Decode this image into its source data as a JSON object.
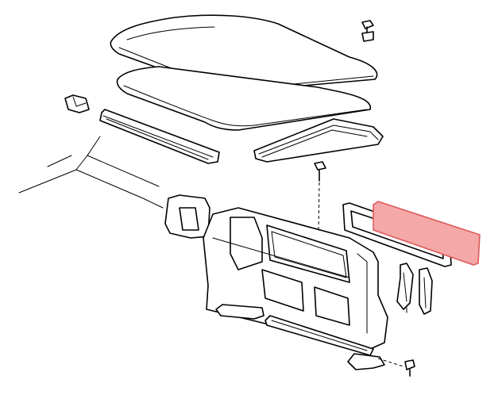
{
  "colors": {
    "line": "#000000",
    "background": "#ffffff",
    "highlight_fill": "#f4a8a8",
    "highlight_stroke": "#e05a5a"
  },
  "parts": [
    {
      "id": "roof-cap-outer",
      "icon": "roof-cap-icon"
    },
    {
      "id": "roof-cap-inner",
      "icon": "roof-cap-icon"
    },
    {
      "id": "roof-bolt",
      "icon": "bolt-icon"
    },
    {
      "id": "hinge-clip",
      "icon": "clip-icon"
    },
    {
      "id": "front-seal-strip",
      "icon": "seal-strip-icon"
    },
    {
      "id": "rear-seal-strip",
      "icon": "seal-strip-icon"
    },
    {
      "id": "center-bolt",
      "icon": "bolt-icon"
    },
    {
      "id": "bulkhead-panel",
      "icon": "panel-icon"
    },
    {
      "id": "window-seal",
      "icon": "gasket-icon"
    },
    {
      "id": "window-glass",
      "icon": "glass-icon"
    },
    {
      "id": "side-gasket",
      "icon": "gasket-icon"
    },
    {
      "id": "latch-link-left",
      "icon": "link-icon"
    },
    {
      "id": "latch-link-right",
      "icon": "link-icon"
    },
    {
      "id": "base-rail-left",
      "icon": "rail-icon"
    },
    {
      "id": "base-rail-center",
      "icon": "rail-icon"
    },
    {
      "id": "corner-bracket",
      "icon": "bracket-icon"
    },
    {
      "id": "bottom-bolt",
      "icon": "bolt-icon"
    }
  ]
}
